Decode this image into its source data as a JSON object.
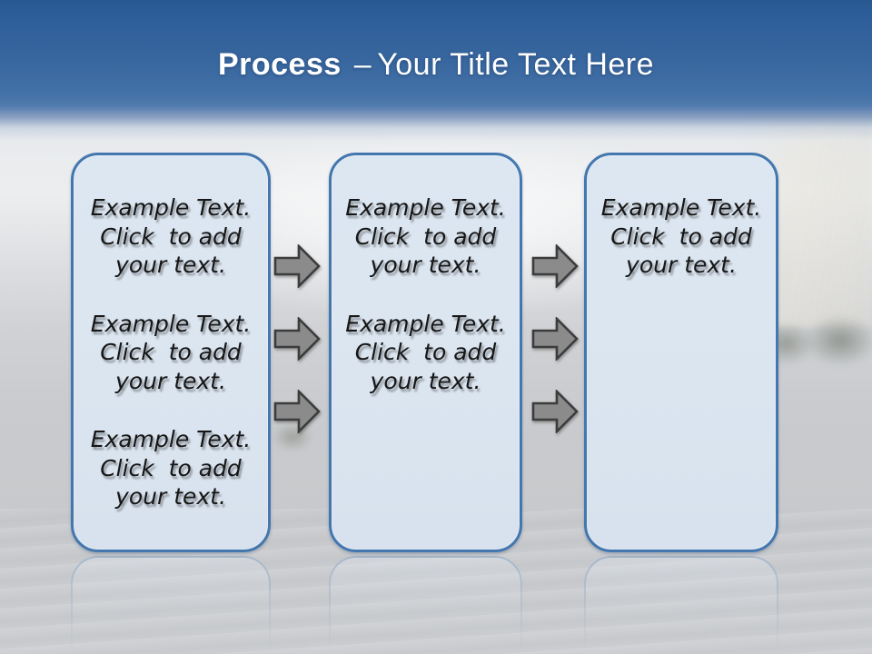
{
  "title": {
    "primary": "Process",
    "separator": "–",
    "secondary": "Your Title Text Here"
  },
  "boxes": [
    {
      "id": "box-1",
      "blocks": [
        {
          "lines": [
            "Example Text.",
            "Click  to add",
            "your text."
          ]
        },
        {
          "lines": [
            "Example Text.",
            "Click  to add",
            "your text."
          ]
        },
        {
          "lines": [
            "Example Text.",
            "Click  to add",
            "your text."
          ]
        }
      ]
    },
    {
      "id": "box-2",
      "blocks": [
        {
          "lines": [
            "Example Text.",
            "Click  to add",
            "your text."
          ]
        },
        {
          "lines": [
            "Example Text.",
            "Click  to add",
            "your text."
          ]
        }
      ]
    },
    {
      "id": "box-3",
      "blocks": [
        {
          "lines": [
            "Example Text.",
            "Click  to add",
            "your text."
          ]
        }
      ]
    }
  ],
  "arrows": {
    "icon": "right-arrow-icon",
    "columns": [
      {
        "between": "box-1-and-box-2",
        "count": 3
      },
      {
        "between": "box-2-and-box-3",
        "count": 3
      }
    ],
    "fill": "#8b8b8b",
    "outline": "#3c3c3c"
  },
  "colors": {
    "header_blue_top": "#28588f",
    "header_blue_mid": "#4271a7",
    "box_fill": "#dce6f1",
    "box_border": "#4377ae",
    "title_text": "#ffffff",
    "body_text": "#161616",
    "background_gray": "#c9cbce"
  }
}
